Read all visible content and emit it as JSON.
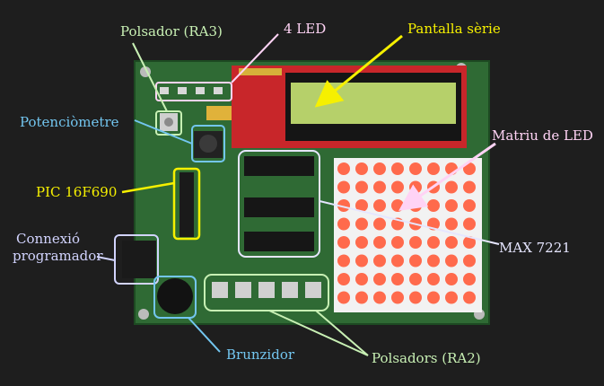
{
  "labels": {
    "polsador_ra3": "Polsador (RA3)",
    "four_led": "4 LED",
    "pantalla": "Pantalla sèrie",
    "potenciometre": "Potenciòmetre",
    "matriu": "Matriu de LED",
    "pic": "PIC 16F690",
    "connexio_line1": "Connexió",
    "connexio_line2": "programador",
    "max": "MAX 7221",
    "brunzidor": "Brunzidor",
    "polsadors_ra2": "Polsadors (RA2)"
  },
  "colors": {
    "background": "#1e1e1e",
    "pcb": "#2f6a34",
    "label_green": "#c8f0b4",
    "label_pink": "#ffd3f5",
    "label_yellow": "#f6f000",
    "label_blue": "#73c6f0",
    "label_lavender": "#d2d4ff",
    "led_matrix_red": "#ff6a4c",
    "lcd_green": "#b6d06a"
  }
}
